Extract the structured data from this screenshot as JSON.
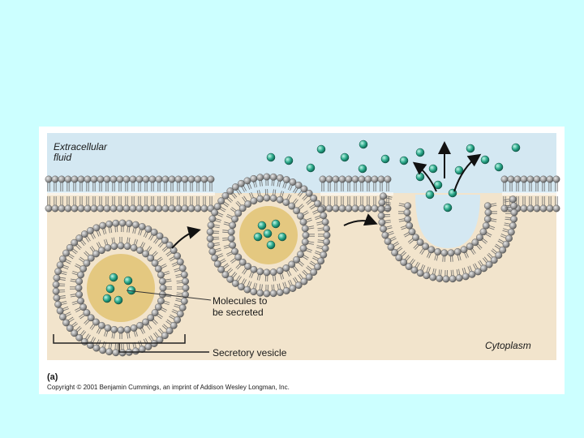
{
  "labels": {
    "extracellular": [
      "Extracellular",
      "fluid"
    ],
    "cytoplasm": "Cytoplasm",
    "molecules": [
      "Molecules to",
      "be secreted"
    ],
    "vesicle": "Secretory vesicle",
    "panel": "(a)",
    "copyright": "Copyright © 2001 Benjamin Cummings, an imprint of Addison Wesley Longman, Inc."
  },
  "colors": {
    "slide_bg": "#ccffff",
    "extracellular": "#d4e8f2",
    "cytoplasm": "#f2e4cc",
    "vesicle_lumen": "#e4c880",
    "lipid_head": "#9a9a9a",
    "molecule": "#2aa88a",
    "arrow": "#111111"
  },
  "icons": {
    "phospholipid": "grey-head-bead",
    "molecule": "teal-sphere",
    "arrow": "black-curved-arrow"
  }
}
